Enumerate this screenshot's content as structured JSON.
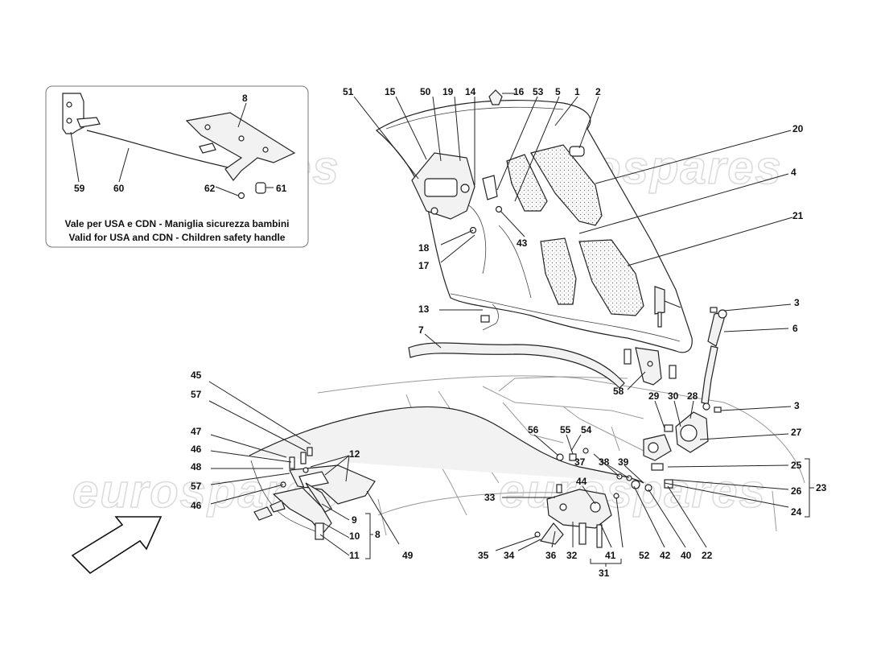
{
  "watermark": {
    "text": "eurospares"
  },
  "inset": {
    "caption_it": "Vale per USA e CDN - Maniglia sicurezza bambini",
    "caption_en": "Valid for USA and CDN - Children safety handle",
    "labels": [
      "8",
      "59",
      "60",
      "62",
      "61"
    ]
  },
  "callouts": {
    "top": [
      "51",
      "15",
      "50",
      "19",
      "14",
      "16",
      "53",
      "5",
      "1",
      "2"
    ],
    "right_upper": [
      "20",
      "4",
      "21",
      "3",
      "6",
      "3"
    ],
    "lid_left": [
      "18",
      "17",
      "43",
      "13",
      "7"
    ],
    "mid": [
      "58",
      "29",
      "30",
      "28",
      "27",
      "56",
      "55",
      "54",
      "37",
      "38",
      "39"
    ],
    "right_lower": [
      "25",
      "26",
      "24",
      "23"
    ],
    "left": [
      "45",
      "57",
      "47",
      "46",
      "48",
      "57",
      "46",
      "12",
      "9",
      "10",
      "11",
      "8",
      "49"
    ],
    "bottom": [
      "33",
      "44",
      "35",
      "34",
      "36",
      "32",
      "41",
      "31",
      "52",
      "42",
      "40",
      "22"
    ]
  }
}
